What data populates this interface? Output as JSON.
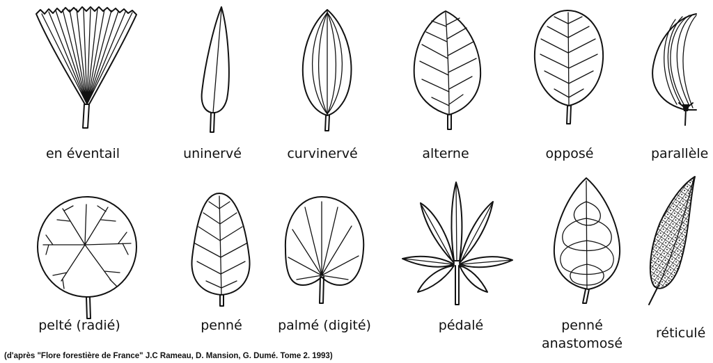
{
  "labels": {
    "en_eventail": "en éventail",
    "uninerve": "uninervé",
    "curvinerve": "curvinervé",
    "alterne": "alterne",
    "oppose": "opposé",
    "parallele": "parallèle",
    "pelte": "pelté (radié)",
    "penne": "penné",
    "palme": "palmé (digité)",
    "pedale": "pédalé",
    "penne_anastomose_1": "penné",
    "penne_anastomose_2": "anastomosé",
    "reticule": "réticulé"
  },
  "caption": "(d'après \"Flore forestière de France\" J.C Rameau, D. Mansion, G. Dumé. Tome 2. 1993)"
}
